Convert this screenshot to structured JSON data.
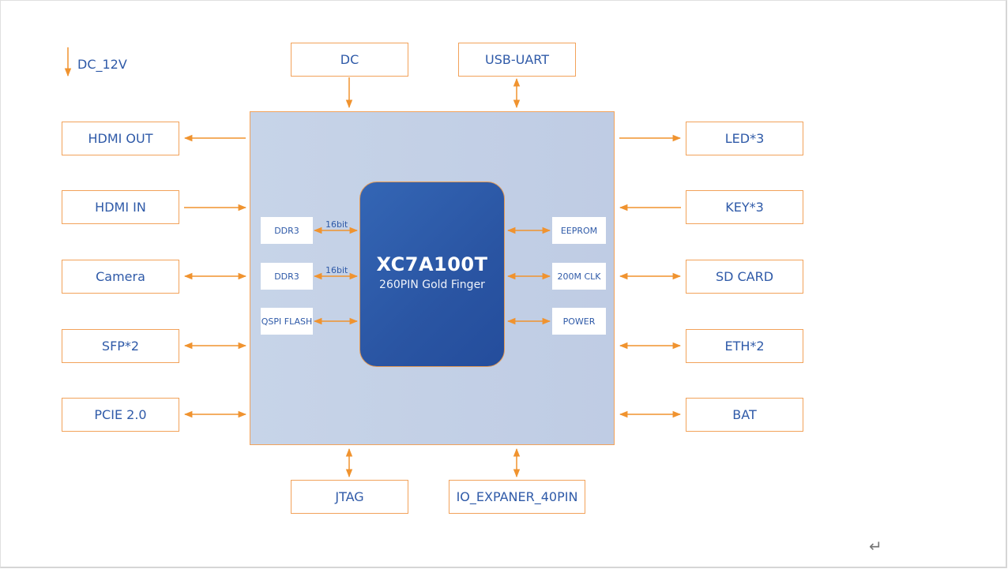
{
  "power_label": "DC_12V",
  "chip": {
    "title": "XC7A100T",
    "subtitle": "260PIN Gold Finger"
  },
  "top_blocks": [
    {
      "label": "DC",
      "direction": "in"
    },
    {
      "label": "USB-UART",
      "direction": "bidirectional"
    }
  ],
  "bottom_blocks": [
    {
      "label": "JTAG",
      "direction": "bidirectional"
    },
    {
      "label": "IO_EXPANER_40PIN",
      "direction": "bidirectional"
    }
  ],
  "left_blocks": [
    {
      "label": "HDMI OUT",
      "direction": "out"
    },
    {
      "label": "HDMI IN",
      "direction": "in"
    },
    {
      "label": "Camera",
      "direction": "bidirectional"
    },
    {
      "label": "SFP*2",
      "direction": "bidirectional"
    },
    {
      "label": "PCIE 2.0",
      "direction": "bidirectional"
    }
  ],
  "right_blocks": [
    {
      "label": "LED*3",
      "direction": "out"
    },
    {
      "label": "KEY*3",
      "direction": "in"
    },
    {
      "label": "SD CARD",
      "direction": "bidirectional"
    },
    {
      "label": "ETH*2",
      "direction": "bidirectional"
    },
    {
      "label": "BAT",
      "direction": "bidirectional"
    }
  ],
  "board_left": [
    {
      "label": "DDR3",
      "bus": "16bit"
    },
    {
      "label": "DDR3",
      "bus": "16bit"
    },
    {
      "label": "QSPI FLASH",
      "bus": ""
    }
  ],
  "board_right": [
    {
      "label": "EEPROM"
    },
    {
      "label": "200M CLK"
    },
    {
      "label": "POWER"
    }
  ],
  "colors": {
    "line": "#f0932f",
    "text": "#2f5aa8",
    "board_fill": "#c3d0e6",
    "chip_fill": "#2d5aa8"
  },
  "return_icon": "return-arrow-icon"
}
